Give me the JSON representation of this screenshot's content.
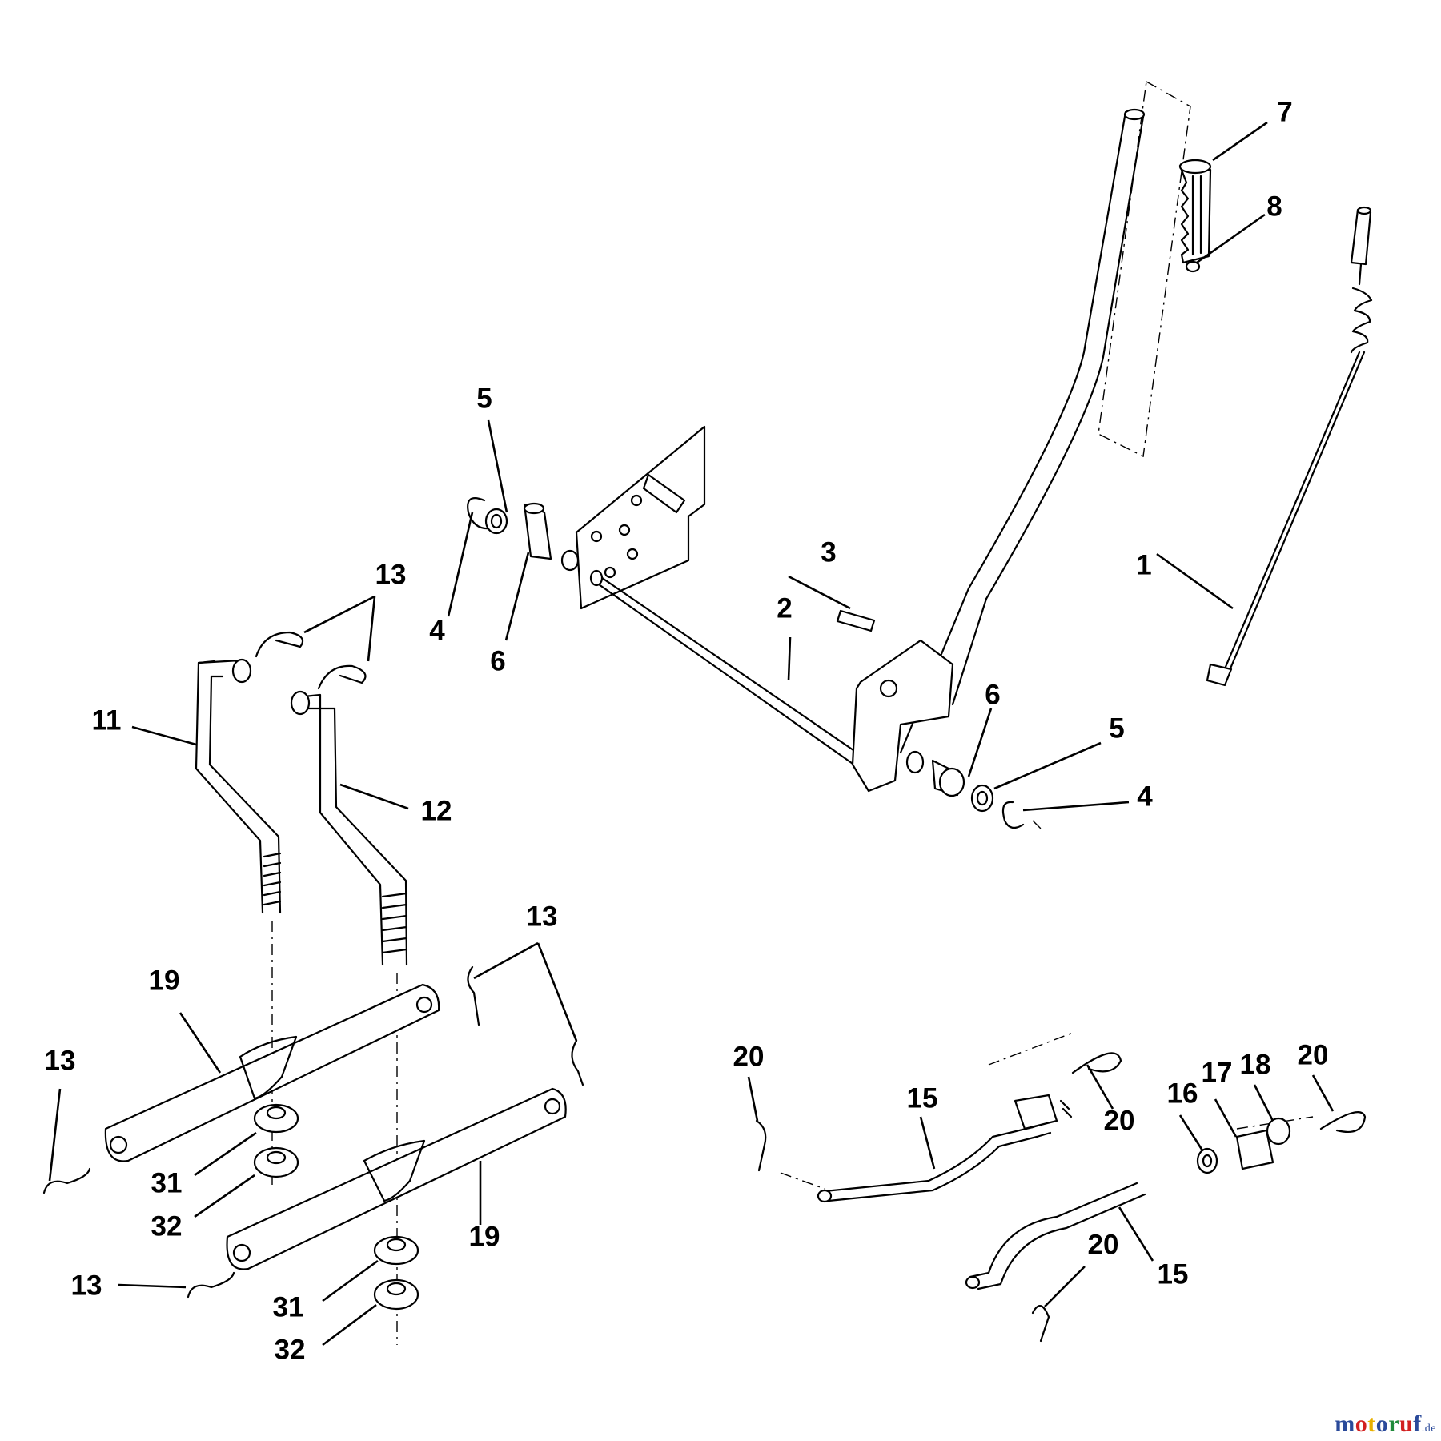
{
  "diagram": {
    "callouts": [
      {
        "id": "c1",
        "label": "1"
      },
      {
        "id": "c2",
        "label": "2"
      },
      {
        "id": "c3",
        "label": "3"
      },
      {
        "id": "c4a",
        "label": "4"
      },
      {
        "id": "c4b",
        "label": "4"
      },
      {
        "id": "c5a",
        "label": "5"
      },
      {
        "id": "c5b",
        "label": "5"
      },
      {
        "id": "c6a",
        "label": "6"
      },
      {
        "id": "c6b",
        "label": "6"
      },
      {
        "id": "c7",
        "label": "7"
      },
      {
        "id": "c8",
        "label": "8"
      },
      {
        "id": "c11",
        "label": "11"
      },
      {
        "id": "c12",
        "label": "12"
      },
      {
        "id": "c13a",
        "label": "13"
      },
      {
        "id": "c13b",
        "label": "13"
      },
      {
        "id": "c13c",
        "label": "13"
      },
      {
        "id": "c13d",
        "label": "13"
      },
      {
        "id": "c15a",
        "label": "15"
      },
      {
        "id": "c15b",
        "label": "15"
      },
      {
        "id": "c16",
        "label": "16"
      },
      {
        "id": "c17",
        "label": "17"
      },
      {
        "id": "c18",
        "label": "18"
      },
      {
        "id": "c19a",
        "label": "19"
      },
      {
        "id": "c19b",
        "label": "19"
      },
      {
        "id": "c20a",
        "label": "20"
      },
      {
        "id": "c20b",
        "label": "20"
      },
      {
        "id": "c20c",
        "label": "20"
      },
      {
        "id": "c20d",
        "label": "20"
      },
      {
        "id": "c31a",
        "label": "31"
      },
      {
        "id": "c31b",
        "label": "31"
      },
      {
        "id": "c32a",
        "label": "32"
      },
      {
        "id": "c32b",
        "label": "32"
      }
    ]
  },
  "watermark": {
    "name": "motoruf",
    "tld": ".de",
    "colors": [
      "#2a4a9a",
      "#d22020",
      "#e8b000",
      "#2a4a9a",
      "#1f8a3a",
      "#d22020",
      "#2a4a9a"
    ]
  }
}
